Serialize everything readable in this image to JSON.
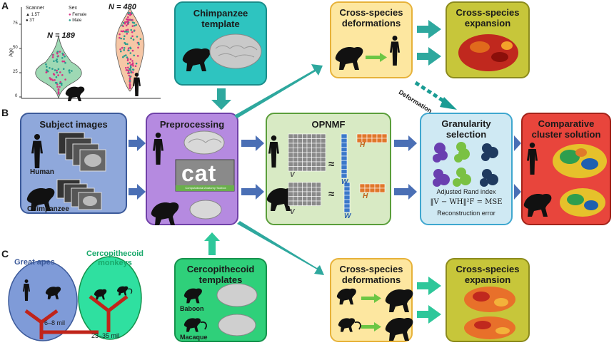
{
  "panels": {
    "a": "A",
    "b": "B",
    "c": "C"
  },
  "panel_a": {
    "legend_scanner_title": "Scanner",
    "legend_scanner_items": [
      "1.5T",
      "3T"
    ],
    "legend_sex_title": "Sex",
    "legend_sex_items": [
      "Female",
      "Male"
    ],
    "y_label": "Age",
    "y_ticks": [
      "0",
      "25",
      "50",
      "75"
    ],
    "n_chimp": "N = 189",
    "n_human": "N = 480",
    "colors": {
      "female": "#d63384",
      "male": "#2a9d8f",
      "chimp_violin": "#9ed9b4",
      "human_violin": "#f6c7a6"
    }
  },
  "chimp_template": {
    "title_line1": "Chimpanzee",
    "title_line2": "template"
  },
  "top_deform": {
    "title_line1": "Cross-species",
    "title_line2": "deformations"
  },
  "top_expansion": {
    "title_line1": "Cross-species",
    "title_line2": "expansion"
  },
  "deformation_label": "Deformation",
  "subject_images": {
    "title": "Subject images",
    "human": "Human",
    "chimp": "Chimpanzee"
  },
  "preprocessing": {
    "title": "Preprocessing",
    "cat_logo": "cat",
    "cat_sub": "Computational Anatomy Toolbox"
  },
  "opnmf": {
    "title": "OPNMF",
    "v": "V",
    "w": "W",
    "h": "H",
    "approx": "≈"
  },
  "granularity": {
    "title_line1": "Granularity",
    "title_line2": "selection",
    "ari": "Adjusted Rand index",
    "formula": "‖V − WH‖²F = MSE",
    "recon": "Reconstruction error"
  },
  "comparative": {
    "title_line1": "Comparative",
    "title_line2": "cluster solution"
  },
  "cerco_templates": {
    "title_line1": "Cercopithecoid",
    "title_line2": "templates",
    "baboon": "Baboon",
    "macaque": "Macaque"
  },
  "bottom_deform": {
    "title_line1": "Cross-species",
    "title_line2": "deformations"
  },
  "bottom_expansion": {
    "title_line1": "Cross-species",
    "title_line2": "expansion"
  },
  "panel_c": {
    "great_apes": "Great apes",
    "cerco_line1": "Cercopithecoid",
    "cerco_line2": "monkeys",
    "mil1": "6–8 mil",
    "mil2": "23–35 mil"
  },
  "colors": {
    "teal": "#1fa3a0",
    "arrow_blue": "#4a6fb5",
    "arrow_green": "#2ec79a",
    "subject_fill": "#8fa8db",
    "prep_fill": "#b58ae0",
    "opnmf_fill": "#d8eac4",
    "gran_fill": "#cfe9f3",
    "comp_fill": "#e8453c",
    "deform_fill": "#fde7a0",
    "expansion_fill": "#c7c63a",
    "cerco_fill": "#2fd07a"
  }
}
